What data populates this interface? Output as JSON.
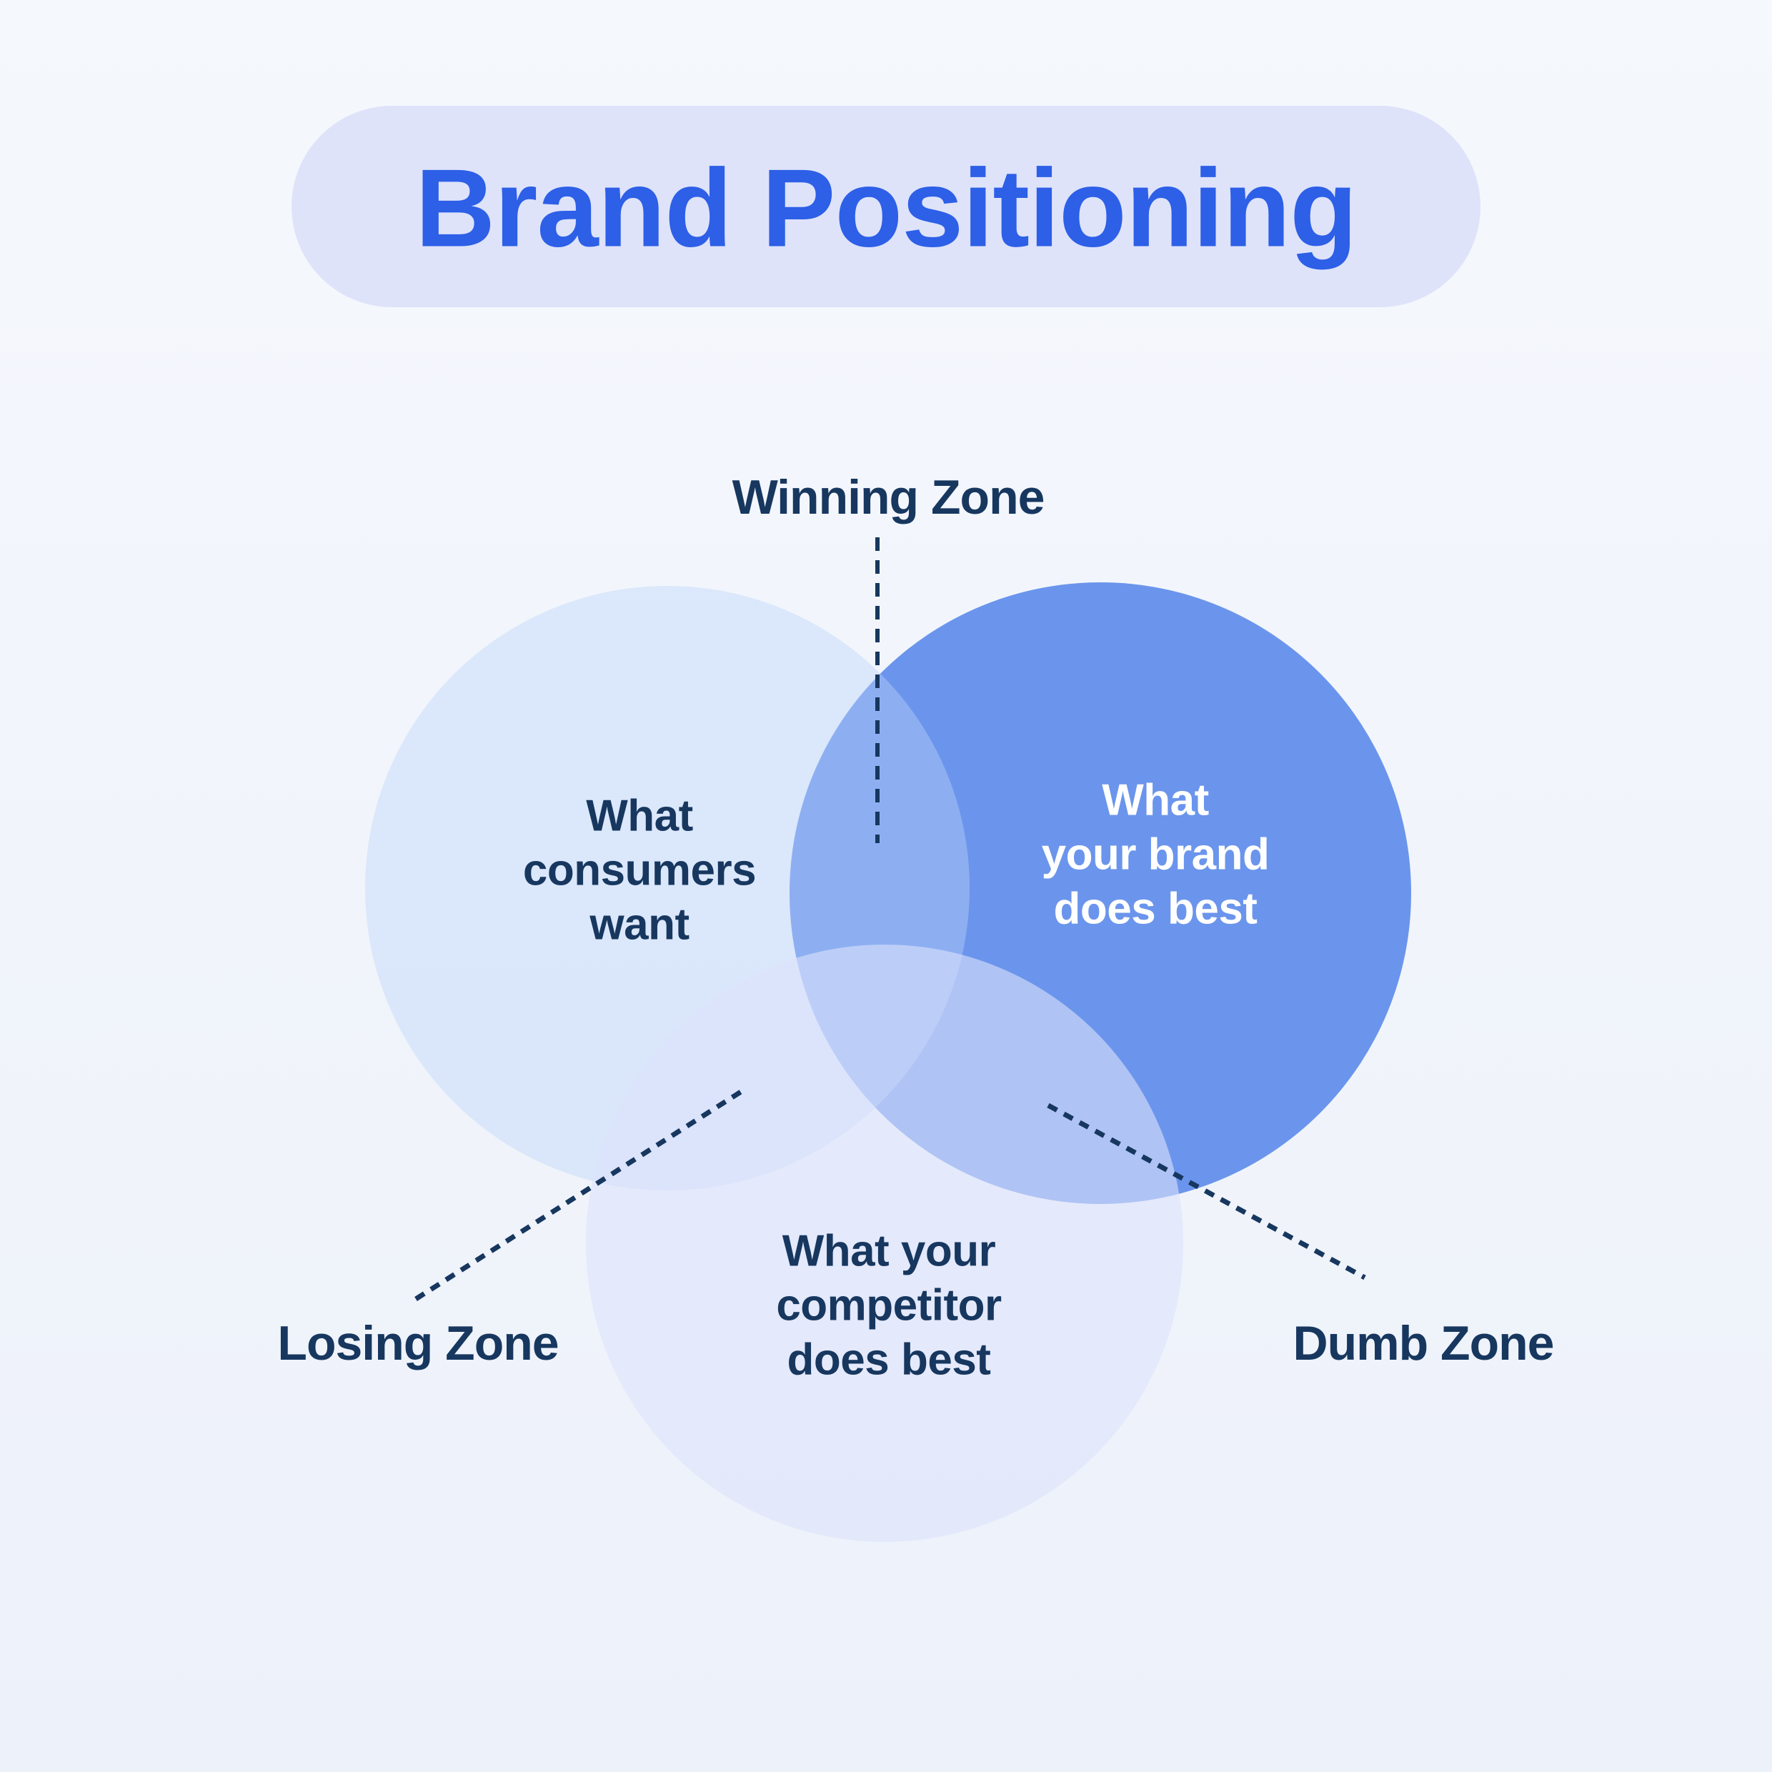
{
  "title": "Brand Positioning",
  "zones": {
    "winning": "Winning Zone",
    "losing": "Losing Zone",
    "dumb": "Dumb Zone"
  },
  "circles": {
    "consumers": {
      "name": "What consumers want",
      "lines": [
        "What",
        "consumers",
        "want"
      ]
    },
    "brand": {
      "name": "What your brand does best",
      "lines": [
        "What",
        "your brand",
        "does best"
      ]
    },
    "competitor": {
      "name": "What your competitor does best",
      "lines": [
        "What your",
        "competitor",
        "does best"
      ]
    }
  },
  "colors": {
    "title_text": "#2D5FE7",
    "title_pill": "#DEE3FA",
    "label_navy": "#17375F",
    "brand_circle_blue": "#6B95EC",
    "consumers_circle_tint": "#BCD5FA",
    "competitor_circle_tint": "#DCE2FC",
    "background_top": "#F5F8FD",
    "background_bottom": "#EDF1F9"
  }
}
